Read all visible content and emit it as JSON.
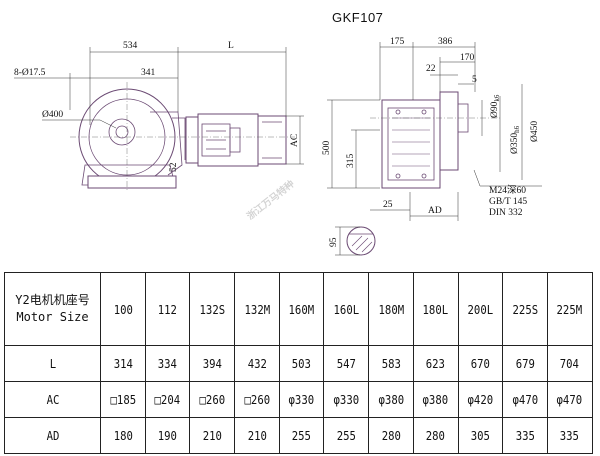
{
  "title": "GKF107",
  "drawing_labels": {
    "d534": "534",
    "dL": "L",
    "holes": "8-Ø17.5",
    "d341": "341",
    "d400": "Ø400",
    "d52": "52",
    "dAC": "AC",
    "d175": "175",
    "d386": "386",
    "d170": "170",
    "d22": "22",
    "d5": "5",
    "d90": "Ø90",
    "d90sub": "k6",
    "d350": "Ø350",
    "d350sub": "h6",
    "d450": "Ø450",
    "d500": "500",
    "d315": "315",
    "thread1": "M24深60",
    "thread2": "GB/T 145",
    "thread3": "DIN 332",
    "d25": "25",
    "dAD": "AD",
    "d95": "95"
  },
  "watermark": "浙江万马特种",
  "table": {
    "header_label_zh": "Y2电机机座号",
    "header_label_en": "Motor Size",
    "sizes": [
      "100",
      "112",
      "132S",
      "132M",
      "160M",
      "160L",
      "180M",
      "180L",
      "200L",
      "225S",
      "225M"
    ],
    "rows": [
      {
        "label": "L",
        "values": [
          "314",
          "334",
          "394",
          "432",
          "503",
          "547",
          "583",
          "623",
          "670",
          "679",
          "704"
        ]
      },
      {
        "label": "AC",
        "values": [
          "□185",
          "□204",
          "□260",
          "□260",
          "φ330",
          "φ330",
          "φ380",
          "φ380",
          "φ420",
          "φ470",
          "φ470"
        ]
      },
      {
        "label": "AD",
        "values": [
          "180",
          "190",
          "210",
          "210",
          "255",
          "255",
          "280",
          "280",
          "305",
          "335",
          "335"
        ]
      }
    ]
  }
}
